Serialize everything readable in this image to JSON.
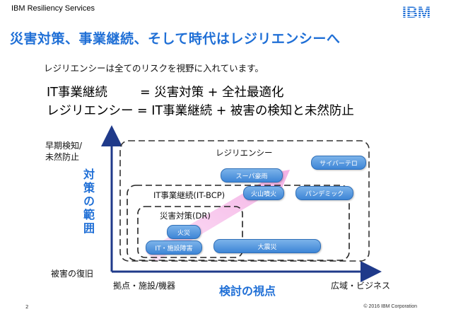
{
  "header": {
    "brand": "IBM Resiliency Services",
    "logo_text": "IBM"
  },
  "title": "災害対策、事業継続、そして時代はレジリエンシーへ",
  "subtitle": "レジリエンシーは全てのリスクを視野に入れています。",
  "formulas": [
    "IT事業継続 　　 = 災害対策 + 全社最適化",
    "レジリエンシー = IT事業継続 + 被害の検知と未然防止"
  ],
  "diagram": {
    "y_axis": {
      "top_label": "早期検知/\n未然防止",
      "bottom_label": "被害の復旧",
      "title": "対策の範囲"
    },
    "x_axis": {
      "left_label": "拠点・施設/機器",
      "right_label": "広域・ビジネス",
      "title": "検討の視点"
    },
    "regions": {
      "resiliency": "レジリエンシー",
      "bcp": "IT事業継続(IT-BCP)",
      "dr": "災害対策(DR)"
    },
    "pills": {
      "cyber": "サイバーテロ",
      "super_flu": "スーパ豪雨",
      "volcano": "火山噴火",
      "pandemic": "パンデミック",
      "fire": "火災",
      "it_failure": "IT・施設障害",
      "earthquake": "大震災"
    },
    "colors": {
      "accent": "#1f6fd6",
      "pill": "#4a90de",
      "arrow": "#f2b8e6"
    }
  },
  "footer": {
    "page": "2",
    "copyright": "© 2016 IBM Corporation"
  }
}
